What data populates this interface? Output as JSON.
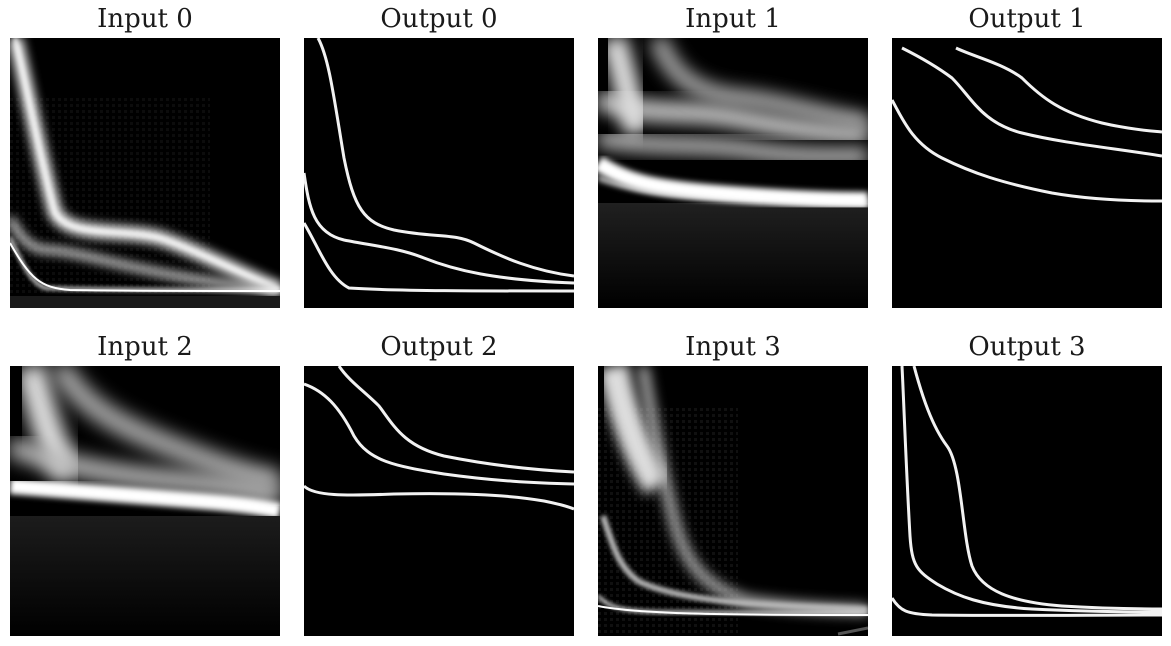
{
  "panels": [
    {
      "title": "Input 0",
      "kind": "input"
    },
    {
      "title": "Output 0",
      "kind": "output"
    },
    {
      "title": "Input 1",
      "kind": "input"
    },
    {
      "title": "Output 1",
      "kind": "output"
    },
    {
      "title": "Input 2",
      "kind": "input"
    },
    {
      "title": "Output 2",
      "kind": "output"
    },
    {
      "title": "Input 3",
      "kind": "input"
    },
    {
      "title": "Output 3",
      "kind": "output"
    }
  ],
  "colors": {
    "background": "#ffffff",
    "image_background": "#000000",
    "curve": "#f2f2f2"
  }
}
